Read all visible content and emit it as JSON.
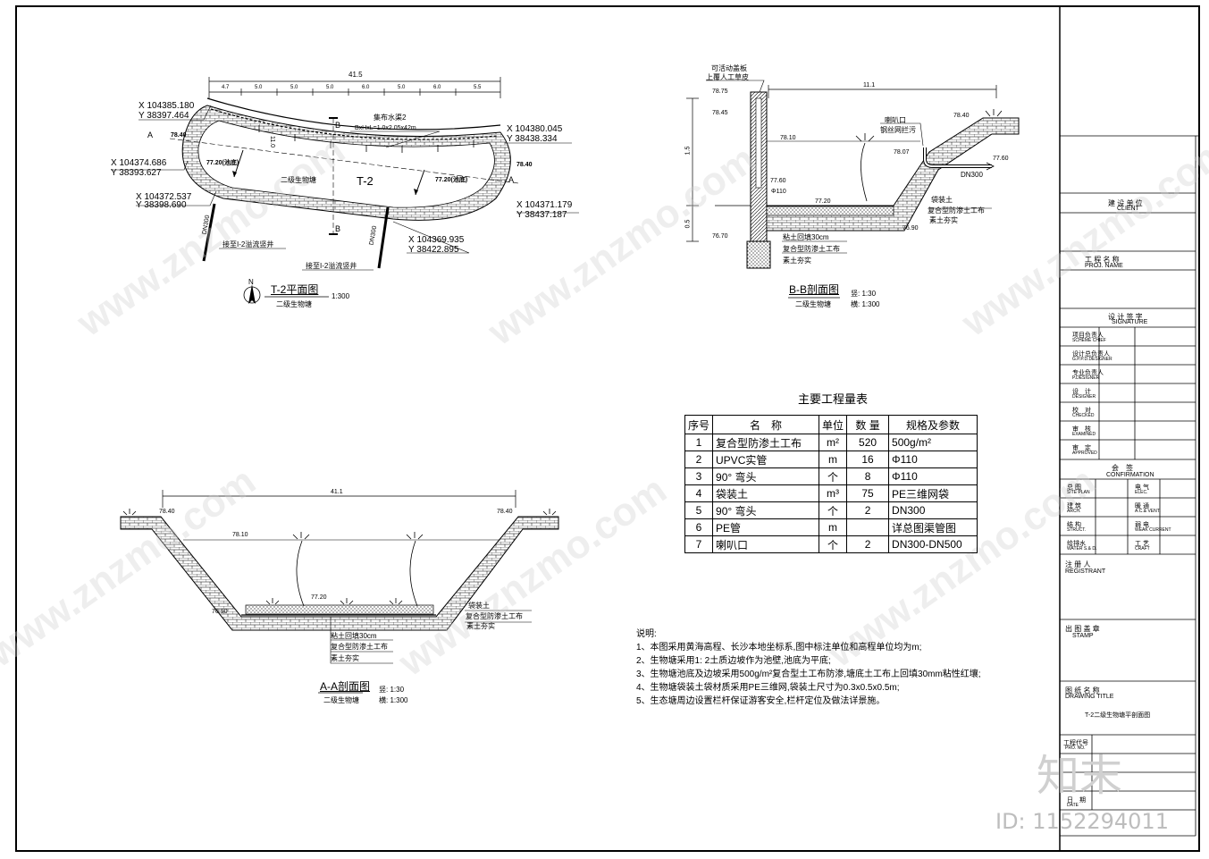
{
  "plan": {
    "title": "T-2平面图",
    "subtitle": "二级生物塘",
    "scale": "1:300",
    "pond_label": "T-2",
    "pond_desc": "二级生物塘",
    "north": "N",
    "dim_total": "41.5",
    "dims": [
      "4.7",
      "5.0",
      "5.0",
      "5.0",
      "6.0",
      "5.0",
      "6.0",
      "5.5"
    ],
    "channel_label": "集布水渠2",
    "channel_size": "BxHxL=1.0x2.05x42m",
    "elev_left": "78.40",
    "elev_right": "78.40",
    "elev_in": "77.20(池底)",
    "elev_out": "77.20(池底)",
    "width_dim": "11.0",
    "coords": [
      {
        "x": "X 104385.180",
        "y": "Y 38397.464"
      },
      {
        "x": "X 104380.045",
        "y": "Y 38438.334"
      },
      {
        "x": "X 104374.686",
        "y": "Y 38393.627"
      },
      {
        "x": "X 104372.537",
        "y": "Y 38398.690"
      },
      {
        "x": "X 104371.179",
        "y": "Y 38437.187"
      },
      {
        "x": "X 104369.935",
        "y": "Y 38422.895"
      }
    ],
    "pipe1": "DN300",
    "pipe2": "DN300",
    "note1": "接至I-2溢流竖井",
    "note2": "接至I-2溢流竖井",
    "sec_a": "A",
    "sec_b": "B"
  },
  "bb": {
    "title": "B-B剖面图",
    "subtitle": "二级生物塘",
    "scale_v": "竖: 1:30",
    "scale_h": "横: 1:300",
    "top_note1": "可活动盖板",
    "top_note2": "上覆人工草皮",
    "dim_total": "11.1",
    "elevs": [
      "78.75",
      "78.45",
      "78.10",
      "78.07",
      "78.40",
      "77.60",
      "77.60",
      "77.20",
      "76.90",
      "76.70"
    ],
    "pipe_label": "Φ110",
    "inlet1": "喇叭口",
    "inlet2": "钢丝网拦污",
    "dn": "DN300",
    "layer1": "袋装土",
    "layer2": "复合型防渗土工布",
    "layer3": "素土夯实",
    "wall1": "粘土回填30cm",
    "wall2": "复合型防渗土工布",
    "wall3": "素土夯实",
    "dim_v1": "1.5",
    "dim_v2": "0.5"
  },
  "aa": {
    "title": "A-A剖面图",
    "subtitle": "二级生物塘",
    "scale_v": "竖: 1:30",
    "scale_h": "横: 1:300",
    "dim_total": "41.1",
    "elev_l": "78.40",
    "elev_r": "78.40",
    "elev_w": "78.10",
    "elev_b": "77.20",
    "elev_d": "76.90",
    "r1": "袋装土",
    "r2": "复合型防渗土工布",
    "r3": "素土夯实",
    "b1": "粘土回填30cm",
    "b2": "复合型防渗土工布",
    "b3": "素土夯实"
  },
  "table": {
    "title": "主要工程量表",
    "headers": [
      "序号",
      "名　称",
      "单位",
      "数 量",
      "规格及参数"
    ],
    "rows": [
      [
        "1",
        "复合型防渗土工布",
        "m²",
        "520",
        "500g/m²"
      ],
      [
        "2",
        "UPVC实管",
        "m",
        "16",
        "Φ110"
      ],
      [
        "3",
        "90° 弯头",
        "个",
        "8",
        "Φ110"
      ],
      [
        "4",
        "袋装土",
        "m³",
        "75",
        "PE三维网袋"
      ],
      [
        "5",
        "90° 弯头",
        "个",
        "2",
        "DN300"
      ],
      [
        "6",
        "PE管",
        "m",
        "",
        "详总图渠管图"
      ],
      [
        "7",
        "喇叭口",
        "个",
        "2",
        "DN300-DN500"
      ]
    ]
  },
  "notes": {
    "head": "说明:",
    "items": [
      "1、本图采用黄海高程、长沙本地坐标系,图中标注单位和高程单位均为m;",
      "2、生物塘采用1: 2土质边坡作为池壁,池底为平底;",
      "3、生物塘池底及边坡采用500g/m²复合型土工布防渗,塘底土工布上回填30mm粘性红壤;",
      "4、生物塘袋装土袋材质采用PE三维网,袋装土尺寸为0.3x0.5x0.5m;",
      "5、生态塘周边设置栏杆保证游客安全,栏杆定位及做法详景施。"
    ]
  },
  "titleblock": {
    "client_cn": "建 设 单 位",
    "client_en": "CLIENT",
    "proj_cn": "工 程 名 称",
    "proj_en": "PROJ. NAME",
    "sign_cn": "设 计 签 字",
    "sign_en": "SIGNATURE",
    "roles": [
      {
        "cn": "项目负责人",
        "en": "SCHEME CHIEF"
      },
      {
        "cn": "设计总负责人",
        "en": "G.P.P.D.DESIGNER"
      },
      {
        "cn": "专业负责人",
        "en": "P.DESIGNER"
      },
      {
        "cn": "设　计",
        "en": "DESIGNER"
      },
      {
        "cn": "校　对",
        "en": "CHECKED"
      },
      {
        "cn": "审　核",
        "en": "EXAMINED"
      },
      {
        "cn": "审　定",
        "en": "APPROVED"
      }
    ],
    "confirm_cn": "会　签",
    "confirm_en": "CONFIRMATION",
    "disc": [
      {
        "cn": "总 图",
        "en": "SITE PLAN",
        "cn2": "电 气",
        "en2": "ELEC."
      },
      {
        "cn": "建 筑",
        "en": "ARCH.",
        "cn2": "暖 通",
        "en2": "A.C.& VENT."
      },
      {
        "cn": "结 构",
        "en": "STRUCT.",
        "cn2": "弱 电",
        "en2": "WEAK CURRENT"
      },
      {
        "cn": "给排水",
        "en": "WATER S.& D.",
        "cn2": "工 艺",
        "en2": "CRAFT"
      }
    ],
    "reg_cn": "注 册 人",
    "reg_en": "REGISTRANT",
    "stamp_cn": "出 图 盖 章",
    "stamp_en": "STAMP",
    "dt_cn": "图 纸 名 称",
    "dt_en": "DRAWING TITLE",
    "dt_value": "T-2二级生物塘平剖面图",
    "projno_cn": "工程代号",
    "projno_en": "PRO. NO.",
    "date_cn": "日　期",
    "date_en": "DATE"
  },
  "watermark": {
    "site": "www.znzmo.com",
    "brand_cn": "知末",
    "id": "ID: 1152294011"
  }
}
